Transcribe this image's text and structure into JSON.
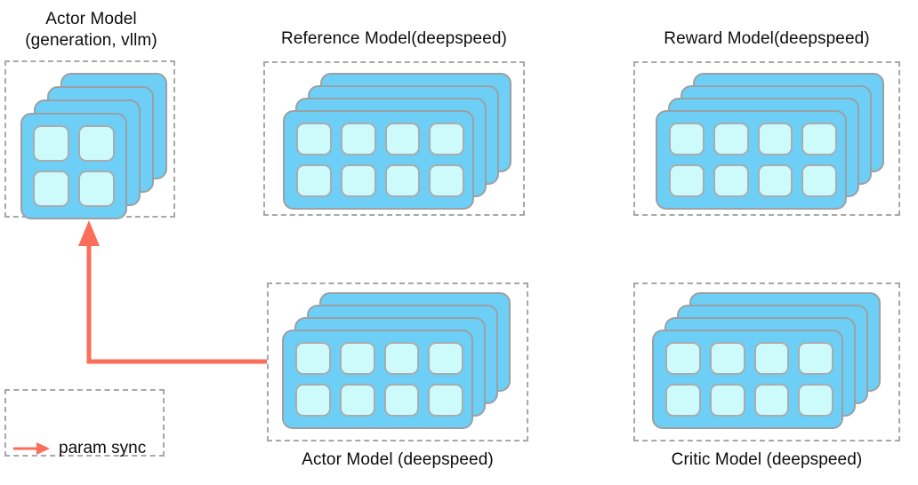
{
  "diagram": {
    "title_hidden": "",
    "accent_arrow_color": "#fa6e5a",
    "card_color": "#6dcff6",
    "cell_color": "#cdfbfb",
    "dash_border_color": "#a8a8a8",
    "groups": [
      {
        "id": "actor-vllm",
        "label": "Actor Model\n(generation, vllm)",
        "label_position": "top",
        "cards": 4,
        "grid_cols": 2,
        "grid_rows": 2
      },
      {
        "id": "reference-model",
        "label": "Reference Model(deepspeed)",
        "label_position": "top",
        "cards": 4,
        "grid_cols": 4,
        "grid_rows": 2
      },
      {
        "id": "reward-model",
        "label": "Reward Model(deepspeed)",
        "label_position": "top",
        "cards": 4,
        "grid_cols": 4,
        "grid_rows": 2
      },
      {
        "id": "actor-deepspeed",
        "label": "Actor Model (deepspeed)",
        "label_position": "bottom",
        "cards": 4,
        "grid_cols": 4,
        "grid_rows": 2
      },
      {
        "id": "critic-model",
        "label": "Critic Model (deepspeed)",
        "label_position": "bottom",
        "cards": 4,
        "grid_cols": 4,
        "grid_rows": 2
      }
    ],
    "legend": {
      "label": "param sync",
      "arrow_color": "#fa6e5a"
    },
    "connector": {
      "name": "param-sync-arrow",
      "from": "actor-deepspeed",
      "to": "actor-vllm",
      "color": "#fa6e5a"
    }
  }
}
